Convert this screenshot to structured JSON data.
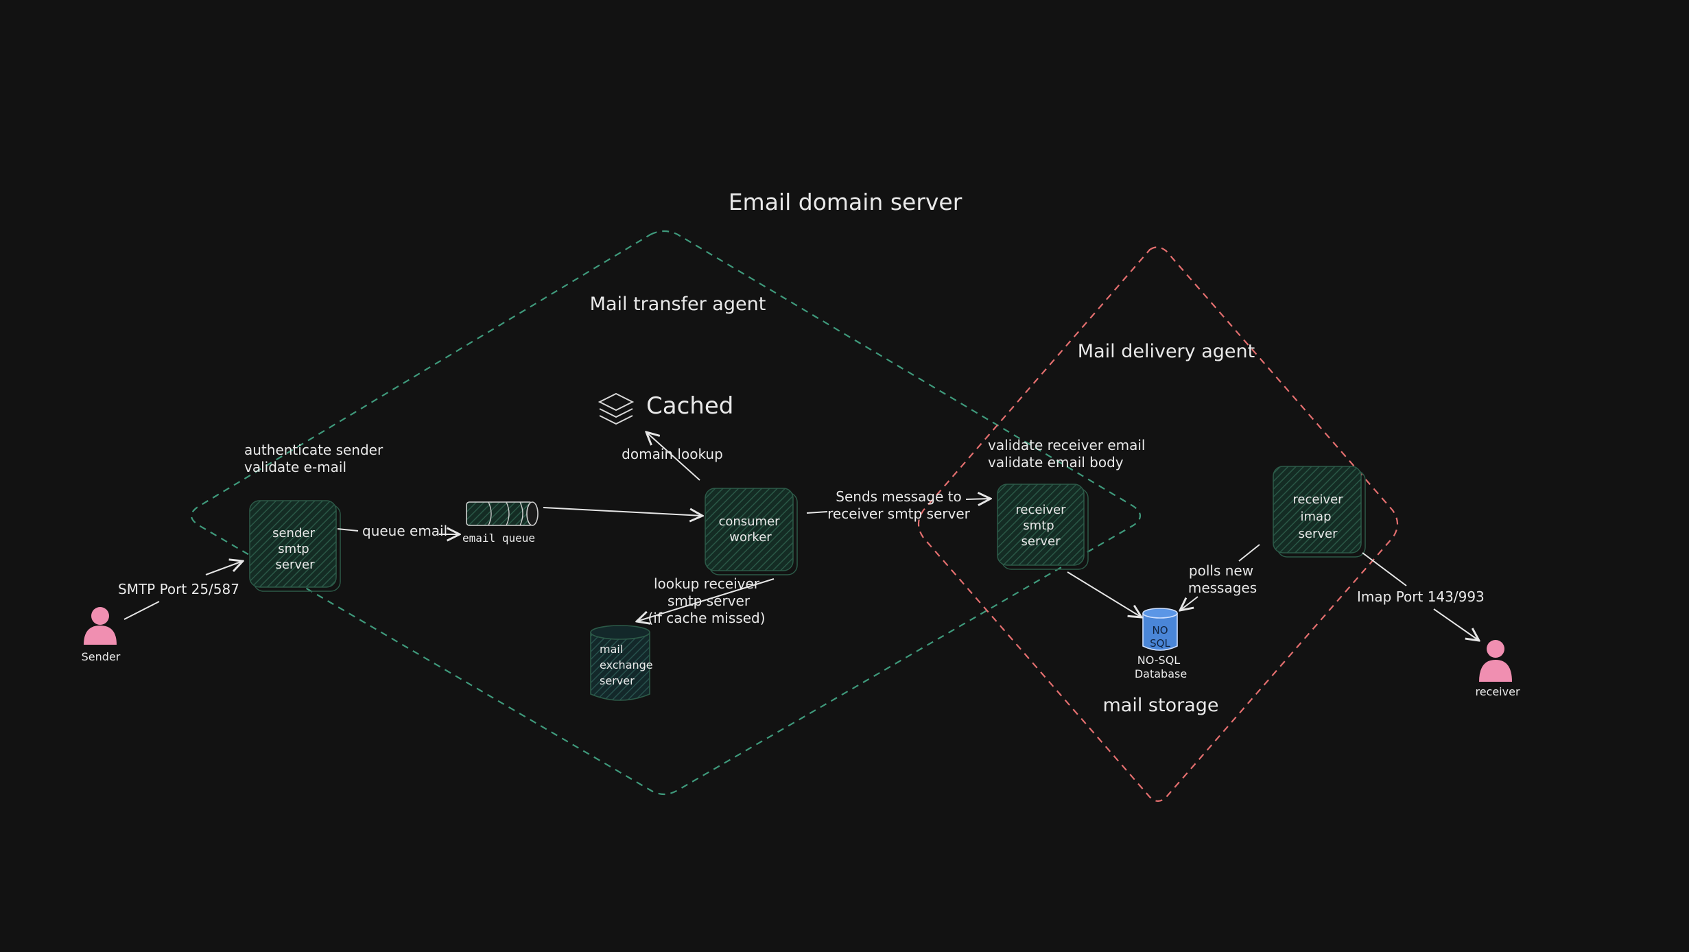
{
  "title": "Email domain server",
  "zones": {
    "mta": "Mail transfer agent",
    "mda": "Mail delivery agent",
    "storage": "mail storage"
  },
  "actors": {
    "sender": "Sender",
    "receiver": "receiver"
  },
  "nodes": {
    "sender_smtp": [
      "sender",
      "smtp",
      "server"
    ],
    "email_queue": "email queue",
    "consumer_worker": [
      "consumer",
      "worker"
    ],
    "cached": "Cached",
    "mail_exchange": [
      "mail",
      "exchange",
      "server"
    ],
    "receiver_smtp": [
      "receiver",
      "smtp",
      "server"
    ],
    "receiver_imap": [
      "receiver",
      "imap",
      "server"
    ],
    "db_badge": [
      "NO",
      "SQL"
    ],
    "db_caption": [
      "NO-SQL",
      "Database"
    ]
  },
  "labels": {
    "smtp_port": "SMTP Port 25/587",
    "auth": [
      "authenticate sender",
      "validate e-mail"
    ],
    "queue_email": "queue email",
    "domain_lookup": "domain lookup",
    "lookup_receiver": [
      "lookup receiver",
      "smtp server",
      "(if cache missed)"
    ],
    "sends_message": [
      "Sends message to",
      "receiver smtp server"
    ],
    "validate_receiver": [
      "validate receiver email",
      "validate email body"
    ],
    "polls": [
      "polls new",
      "messages"
    ],
    "imap_port": "Imap Port 143/993"
  },
  "colors": {
    "background": "#121212",
    "mta_border": "#3f9a7c",
    "mda_border": "#e46f6f",
    "node_fill": "#163a2e",
    "node_stroke": "#2c5a48",
    "actor": "#f08fb1",
    "db": "#4a86d8",
    "text": "#e9e9e9"
  },
  "icons": [
    "user-icon",
    "layers-icon",
    "database-icon",
    "queue-cylinder-icon"
  ]
}
